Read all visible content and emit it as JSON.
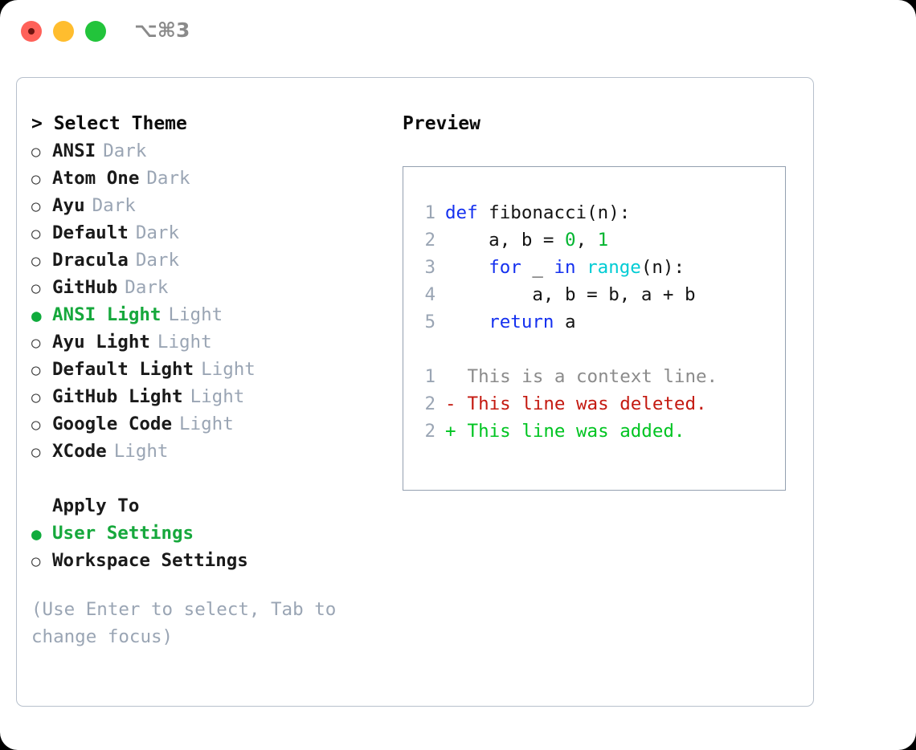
{
  "titlebar": {
    "shortcut": "⌥⌘3",
    "buttons": [
      {
        "name": "close",
        "color": "#ff6159"
      },
      {
        "name": "minimize",
        "color": "#ffbd2e"
      },
      {
        "name": "maximize",
        "color": "#22c43b"
      }
    ]
  },
  "theme_panel": {
    "header": "> Select Theme",
    "items": [
      {
        "bullet": "○",
        "name": "ANSI",
        "tag": "Dark",
        "selected": false
      },
      {
        "bullet": "○",
        "name": "Atom One",
        "tag": "Dark",
        "selected": false
      },
      {
        "bullet": "○",
        "name": "Ayu",
        "tag": "Dark",
        "selected": false
      },
      {
        "bullet": "○",
        "name": "Default",
        "tag": "Dark",
        "selected": false
      },
      {
        "bullet": "○",
        "name": "Dracula",
        "tag": "Dark",
        "selected": false
      },
      {
        "bullet": "○",
        "name": "GitHub",
        "tag": "Dark",
        "selected": false
      },
      {
        "bullet": "●",
        "name": "ANSI Light",
        "tag": "Light",
        "selected": true
      },
      {
        "bullet": "○",
        "name": "Ayu Light",
        "tag": "Light",
        "selected": false
      },
      {
        "bullet": "○",
        "name": "Default Light",
        "tag": "Light",
        "selected": false
      },
      {
        "bullet": "○",
        "name": "GitHub Light",
        "tag": "Light",
        "selected": false
      },
      {
        "bullet": "○",
        "name": "Google Code",
        "tag": "Light",
        "selected": false
      },
      {
        "bullet": "○",
        "name": "XCode",
        "tag": "Light",
        "selected": false
      }
    ]
  },
  "apply_to": {
    "header": "Apply To",
    "items": [
      {
        "bullet": "●",
        "name": "User Settings",
        "selected": true
      },
      {
        "bullet": "○",
        "name": "Workspace Settings",
        "selected": false
      }
    ]
  },
  "hint": "(Use Enter to select, Tab to change focus)",
  "preview": {
    "title": "Preview",
    "code_lines": [
      {
        "num": "1",
        "tokens": [
          {
            "t": "def",
            "c": "kw"
          },
          {
            "t": " fibonacci(n):",
            "c": "pl"
          }
        ]
      },
      {
        "num": "2",
        "tokens": [
          {
            "t": "    a, b = ",
            "c": "pl"
          },
          {
            "t": "0",
            "c": "num"
          },
          {
            "t": ", ",
            "c": "pl"
          },
          {
            "t": "1",
            "c": "num"
          }
        ]
      },
      {
        "num": "3",
        "tokens": [
          {
            "t": "    ",
            "c": "pl"
          },
          {
            "t": "for",
            "c": "kw"
          },
          {
            "t": " _ ",
            "c": "pl"
          },
          {
            "t": "in",
            "c": "kw"
          },
          {
            "t": " ",
            "c": "pl"
          },
          {
            "t": "range",
            "c": "fn"
          },
          {
            "t": "(n):",
            "c": "pl"
          }
        ]
      },
      {
        "num": "4",
        "tokens": [
          {
            "t": "        a, b = b, a + b",
            "c": "pl"
          }
        ]
      },
      {
        "num": "5",
        "tokens": [
          {
            "t": "    ",
            "c": "pl"
          },
          {
            "t": "return",
            "c": "kw"
          },
          {
            "t": " a",
            "c": "pl"
          }
        ]
      }
    ],
    "diff_lines": [
      {
        "num": "1",
        "mark": " ",
        "text": "This is a context line.",
        "kind": "ctx"
      },
      {
        "num": "2",
        "mark": "-",
        "text": "This line was deleted.",
        "kind": "del"
      },
      {
        "num": "2",
        "mark": "+",
        "text": "This line was added.",
        "kind": "add"
      }
    ]
  },
  "colors": {
    "accent_green": "#16a83c",
    "muted": "#9aa5b4",
    "keyword": "#1430ef",
    "function": "#00ccd4",
    "number": "#00b530",
    "deleted": "#c41a11",
    "added": "#00c421",
    "border": "#b7c0cc"
  }
}
